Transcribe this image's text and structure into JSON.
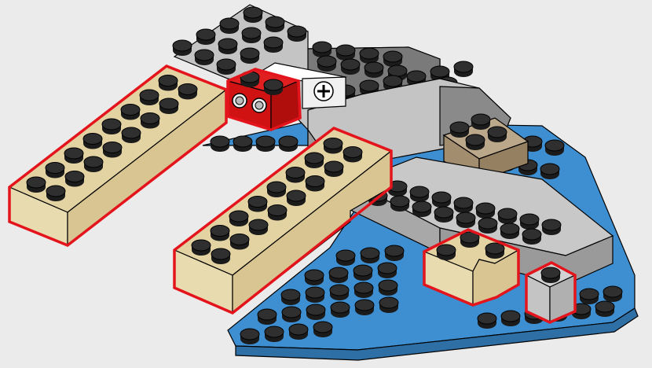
{
  "image": {
    "kind": "lego-building-instruction-step",
    "background_color": "#ebebeb",
    "highlight_color": "#e3141b"
  },
  "colors": {
    "blue_plate": "#3d8fd1",
    "blue_plate_side": "#2e6fa6",
    "gray_light": "#c4c4c4",
    "gray_mid": "#a3a3a3",
    "gray_dark": "#6a6a6a",
    "tan": "#e3d3a2",
    "tan_side": "#d6c38e",
    "dark_tan": "#b09a7c",
    "red_brick": "#d11212",
    "white_part": "#f6f6f6",
    "stud_top": "#222222"
  },
  "highlighted_parts": [
    {
      "name": "tan-brick-long-left",
      "color": "tan"
    },
    {
      "name": "tan-brick-long-middle",
      "color": "tan"
    },
    {
      "name": "red-technic-brick",
      "color": "red_brick"
    },
    {
      "name": "tan-brick-corner",
      "color": "tan"
    },
    {
      "name": "gray-brick-1x1",
      "color": "gray_light"
    }
  ]
}
